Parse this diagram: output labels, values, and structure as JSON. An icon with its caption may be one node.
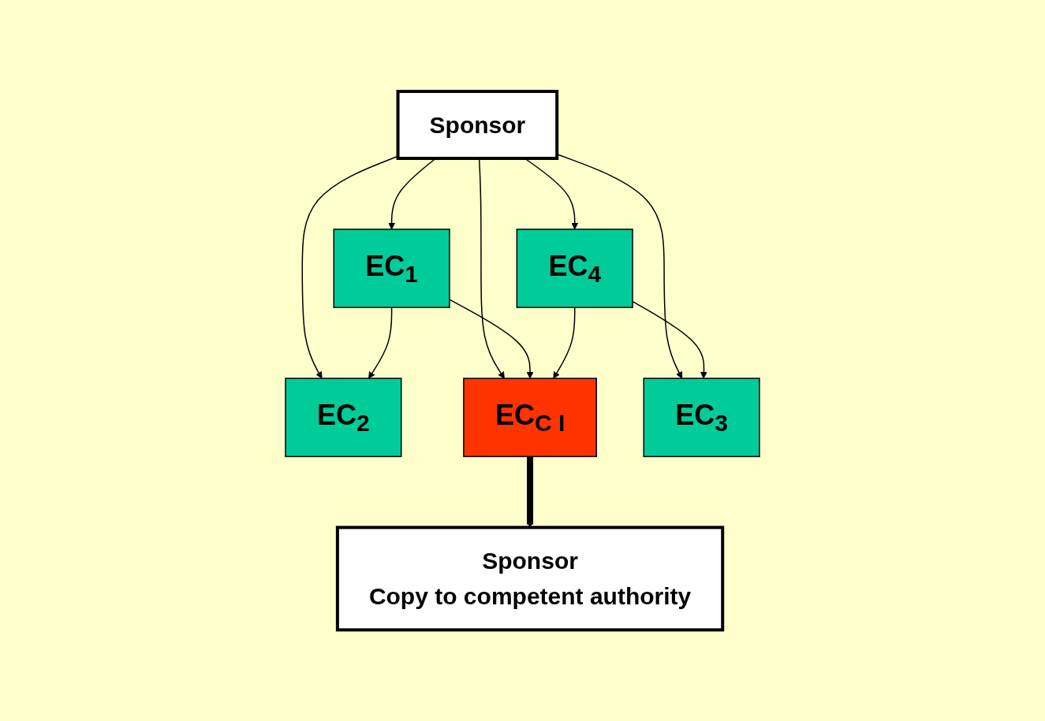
{
  "diagram": {
    "nodes": [
      {
        "text": [
          "Sponsor"
        ]
      },
      {
        "text": [
          "EC$_{1}$"
        ]
      },
      {
        "text": [
          "EC$_{2}$"
        ]
      },
      {
        "text": [
          "EC$_{C I}$"
        ]
      },
      {
        "text": [
          "EC$_{3}$"
        ]
      },
      {
        "text": [
          "EC$_{4}$"
        ]
      },
      {
        "text": [
          "Sponsor",
          "Copy to competent authority"
        ]
      }
    ],
    "edges": [
      {
        "from": 0,
        "to": 1,
        "arrow": "to"
      },
      {
        "from": 0,
        "to": 2,
        "arrow": "to"
      },
      {
        "from": 0,
        "to": 3,
        "arrow": "to"
      },
      {
        "from": 0,
        "to": 4,
        "arrow": "to"
      },
      {
        "from": 0,
        "to": 5,
        "arrow": "to"
      },
      {
        "from": 1,
        "to": 2,
        "arrow": "to"
      },
      {
        "from": 1,
        "to": 3,
        "arrow": "to"
      },
      {
        "from": 5,
        "to": 4,
        "arrow": "to"
      },
      {
        "from": 5,
        "to": 3,
        "arrow": "to"
      },
      {
        "from": 3,
        "to": 6,
        "arrow": "to",
        "style": "thick"
      }
    ]
  }
}
